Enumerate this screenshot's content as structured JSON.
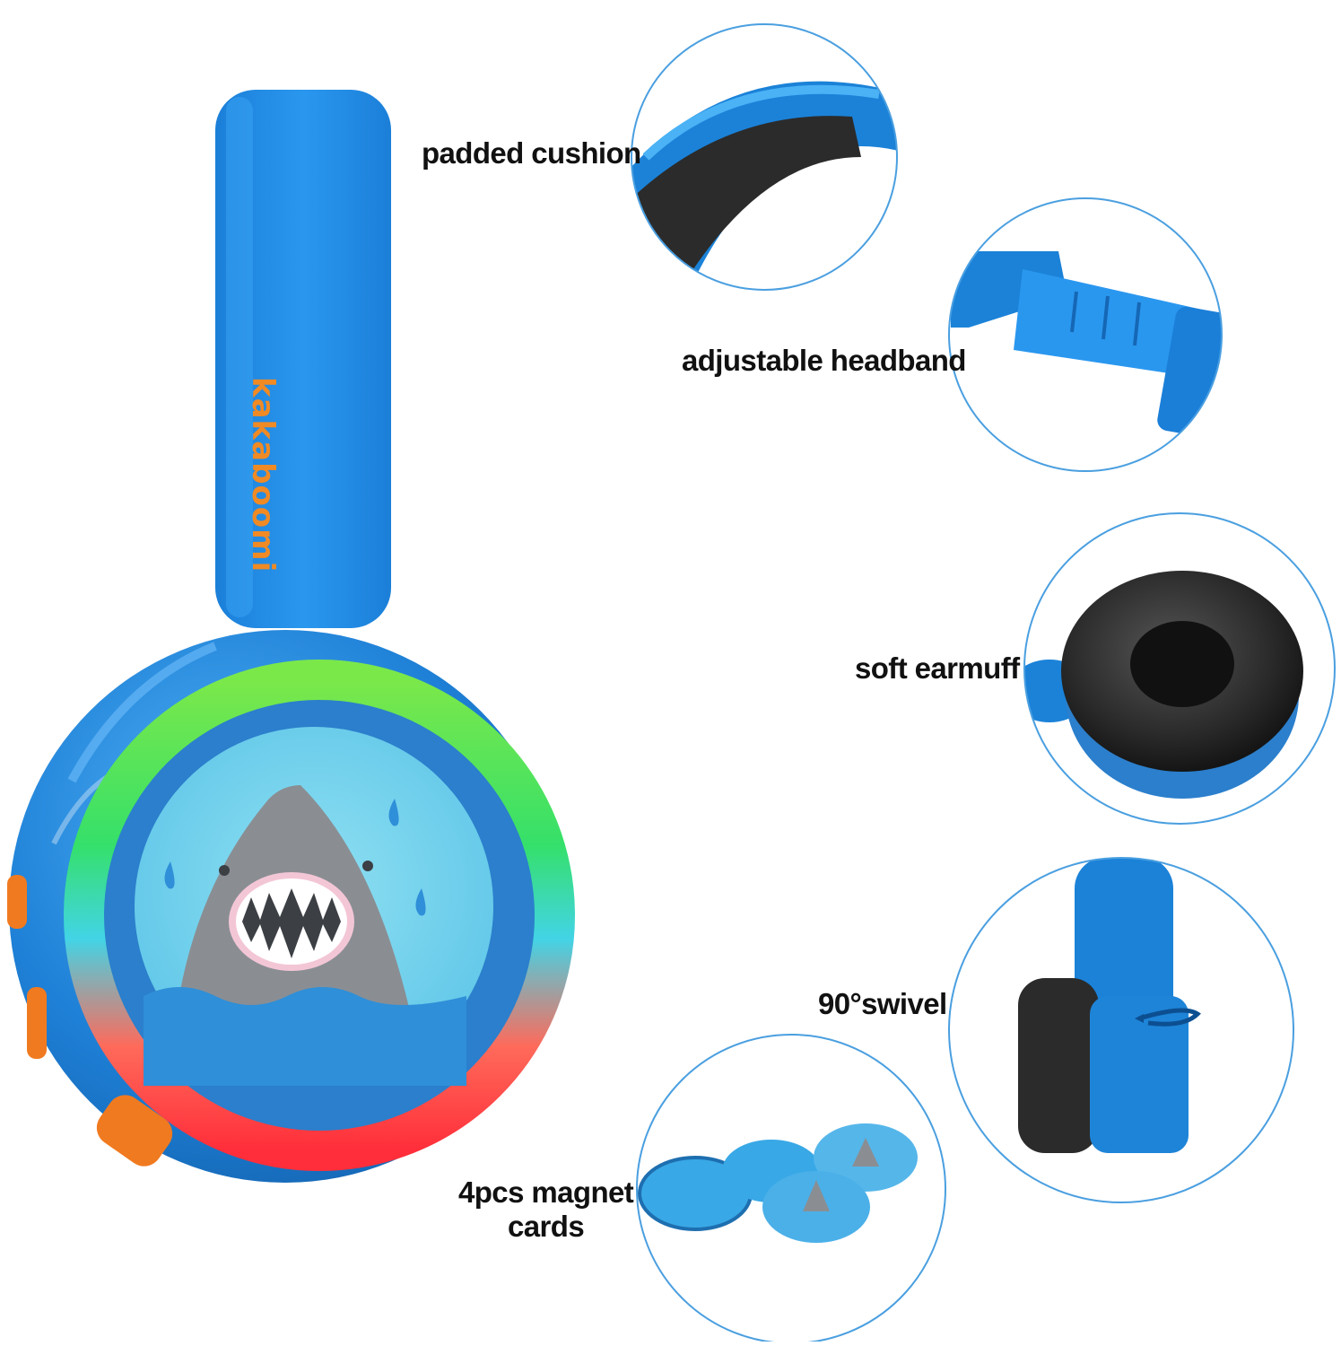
{
  "brand": {
    "logo_text": "kakaboomi"
  },
  "colors": {
    "headphone_blue": "#1e84d8",
    "headband_blue": "#1a8ee8",
    "circle_border": "#4a9fe0",
    "logo_orange": "#f08a24",
    "cushion_black": "#2b2b2b",
    "shark_gray": "#8a8e93",
    "ring_green": "#4fe04a",
    "ring_red": "#ff3a3a",
    "ring_cyan": "#3ad6e0"
  },
  "features": {
    "padded_cushion": "padded cushion",
    "adjustable_headband": "adjustable headband",
    "soft_earmuff": "soft earmuff",
    "swivel": "90°swivel",
    "magnet_cards_line1": "4pcs magnet",
    "magnet_cards_line2": "cards"
  }
}
